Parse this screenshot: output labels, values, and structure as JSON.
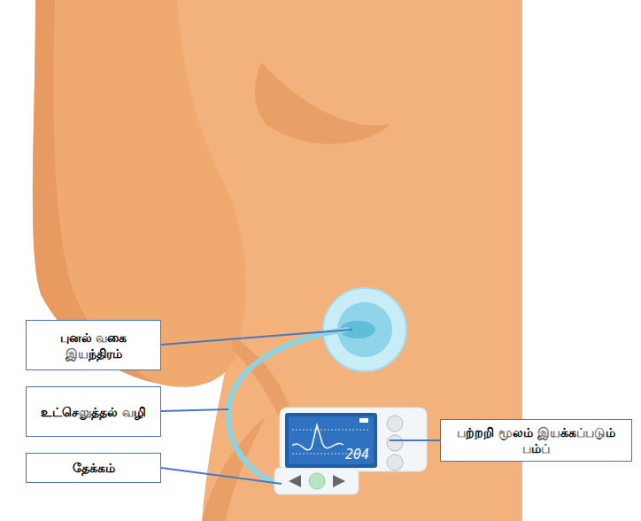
{
  "diagram": {
    "nodes": [
      {
        "text": [
          "புனல் வகை இயந்திரம்"
        ]
      },
      {
        "text": [
          "உட்செலுத்தல் வழி"
        ]
      },
      {
        "text": [
          "தேக்கம்"
        ]
      },
      {
        "text": [
          "பற்றறி மூலம் இயக்கப்படும் பம்ப்"
        ]
      }
    ],
    "labels": [
      "204"
    ]
  }
}
